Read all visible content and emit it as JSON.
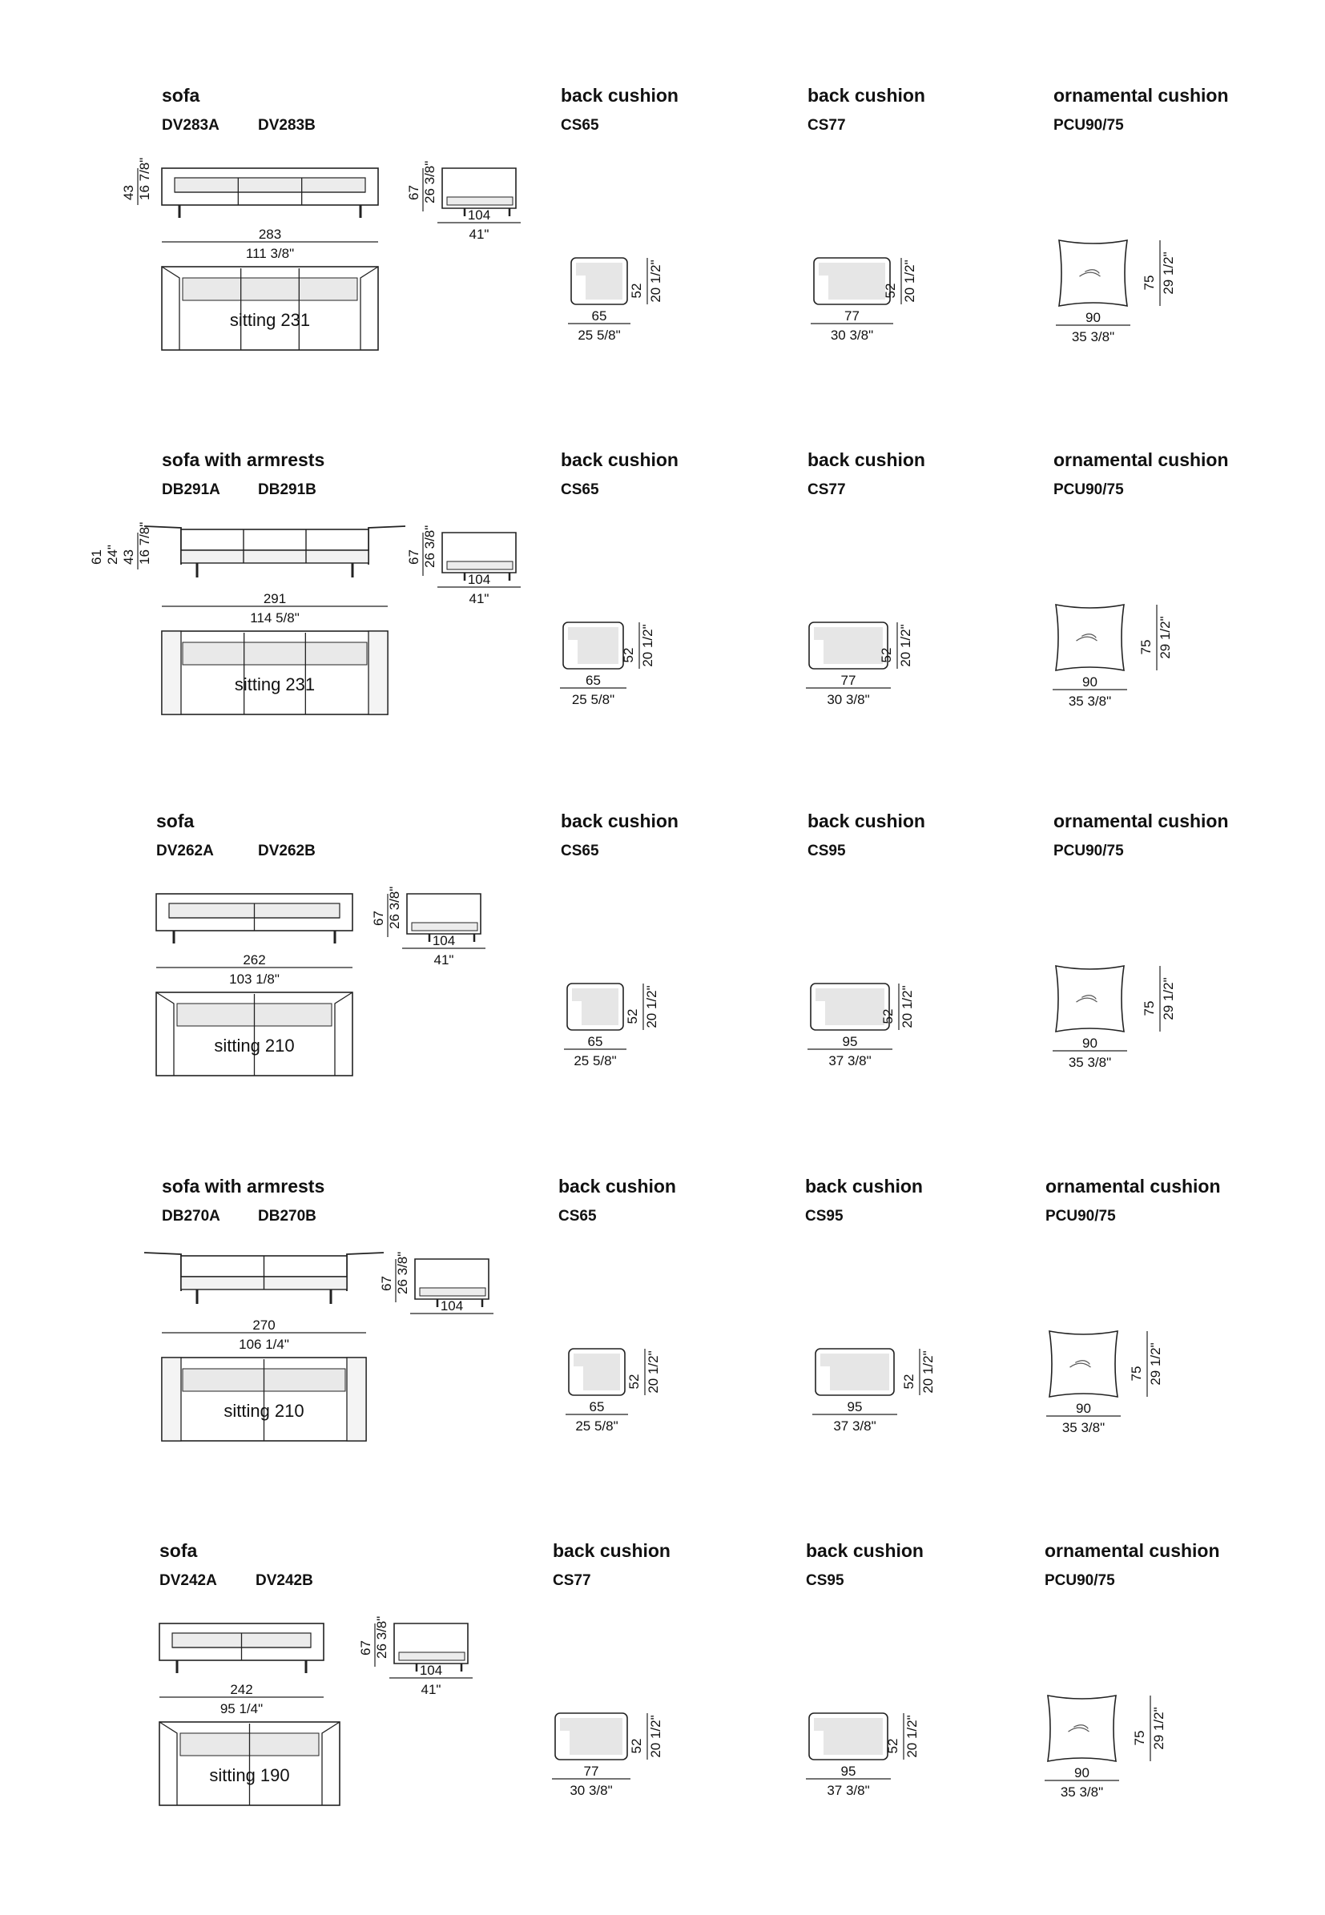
{
  "blocks": [
    {
      "sofa": {
        "title": "sofa",
        "code_a": "DV283A",
        "code_b": "DV283B",
        "width_cm": "283",
        "width_in": "111 3/8\"",
        "height_cm": "43",
        "height_in": "16 7/8\"",
        "sitting": "sitting 231"
      },
      "side": {
        "height_cm": "67",
        "height_in": "26 3/8\"",
        "depth_cm": "104",
        "depth_in": "41\""
      },
      "cushions": [
        {
          "title": "back cushion",
          "code": "CS65",
          "width_cm": "65",
          "width_in": "25 5/8\"",
          "height_cm": "52",
          "height_in": "20 1/2\""
        },
        {
          "title": "back cushion",
          "code": "CS77",
          "width_cm": "77",
          "width_in": "30 3/8\"",
          "height_cm": "52",
          "height_in": "20 1/2\""
        },
        {
          "title": "ornamental cushion",
          "code": "PCU90/75",
          "width_cm": "90",
          "width_in": "35 3/8\"",
          "height_cm": "75",
          "height_in": "29 1/2\""
        }
      ]
    },
    {
      "sofa": {
        "title": "sofa with armrests",
        "code_a": "DB291A",
        "code_b": "DB291B",
        "width_cm": "291",
        "width_in": "114 5/8\"",
        "height_cm": "43",
        "height_in": "16 7/8\"",
        "height2_cm": "61",
        "height2_in": "24\"",
        "sitting": "sitting 231"
      },
      "side": {
        "height_cm": "67",
        "height_in": "26 3/8\"",
        "depth_cm": "104",
        "depth_in": "41\""
      },
      "cushions": [
        {
          "title": "back cushion",
          "code": "CS65",
          "width_cm": "65",
          "width_in": "25 5/8\"",
          "height_cm": "52",
          "height_in": "20 1/2\""
        },
        {
          "title": "back cushion",
          "code": "CS77",
          "width_cm": "77",
          "width_in": "30 3/8\"",
          "height_cm": "52",
          "height_in": "20 1/2\""
        },
        {
          "title": "ornamental cushion",
          "code": "PCU90/75",
          "width_cm": "90",
          "width_in": "35 3/8\"",
          "height_cm": "75",
          "height_in": "29 1/2\""
        }
      ]
    },
    {
      "sofa": {
        "title": "sofa",
        "code_a": "DV262A",
        "code_b": "DV262B",
        "width_cm": "262",
        "width_in": "103 1/8\"",
        "sitting": "sitting 210"
      },
      "side": {
        "height_cm": "67",
        "height_in": "26 3/8\"",
        "depth_cm": "104",
        "depth_in": "41\""
      },
      "cushions": [
        {
          "title": "back cushion",
          "code": "CS65",
          "width_cm": "65",
          "width_in": "25 5/8\"",
          "height_cm": "52",
          "height_in": "20 1/2\""
        },
        {
          "title": "back cushion",
          "code": "CS95",
          "width_cm": "95",
          "width_in": "37 3/8\"",
          "height_cm": "52",
          "height_in": "20 1/2\""
        },
        {
          "title": "ornamental cushion",
          "code": "PCU90/75",
          "width_cm": "90",
          "width_in": "35 3/8\"",
          "height_cm": "75",
          "height_in": "29 1/2\""
        }
      ]
    },
    {
      "sofa": {
        "title": "sofa with armrests",
        "code_a": "DB270A",
        "code_b": "DB270B",
        "width_cm": "270",
        "width_in": "106 1/4\"",
        "sitting": "sitting 210"
      },
      "side": {
        "height_cm": "67",
        "height_in": "26 3/8\"",
        "depth_cm": "104",
        "depth_in": ""
      },
      "cushions": [
        {
          "title": "back cushion",
          "code": "CS65",
          "width_cm": "65",
          "width_in": "25 5/8\"",
          "height_cm": "52",
          "height_in": "20 1/2\""
        },
        {
          "title": "back cushion",
          "code": "CS95",
          "width_cm": "95",
          "width_in": "37 3/8\"",
          "height_cm": "52",
          "height_in": "20 1/2\""
        },
        {
          "title": "ornamental cushion",
          "code": "PCU90/75",
          "width_cm": "90",
          "width_in": "35 3/8\"",
          "height_cm": "75",
          "height_in": "29 1/2\""
        }
      ]
    },
    {
      "sofa": {
        "title": "sofa",
        "code_a": "DV242A",
        "code_b": "DV242B",
        "width_cm": "242",
        "width_in": "95 1/4\"",
        "sitting": "sitting 190"
      },
      "side": {
        "height_cm": "67",
        "height_in": "26 3/8\"",
        "depth_cm": "104",
        "depth_in": "41\""
      },
      "cushions": [
        {
          "title": "back cushion",
          "code": "CS77",
          "width_cm": "77",
          "width_in": "30 3/8\"",
          "height_cm": "52",
          "height_in": "20 1/2\""
        },
        {
          "title": "back cushion",
          "code": "CS95",
          "width_cm": "95",
          "width_in": "37 3/8\"",
          "height_cm": "52",
          "height_in": "20 1/2\""
        },
        {
          "title": "ornamental cushion",
          "code": "PCU90/75",
          "width_cm": "90",
          "width_in": "35 3/8\"",
          "height_cm": "75",
          "height_in": "29 1/2\""
        }
      ]
    }
  ]
}
